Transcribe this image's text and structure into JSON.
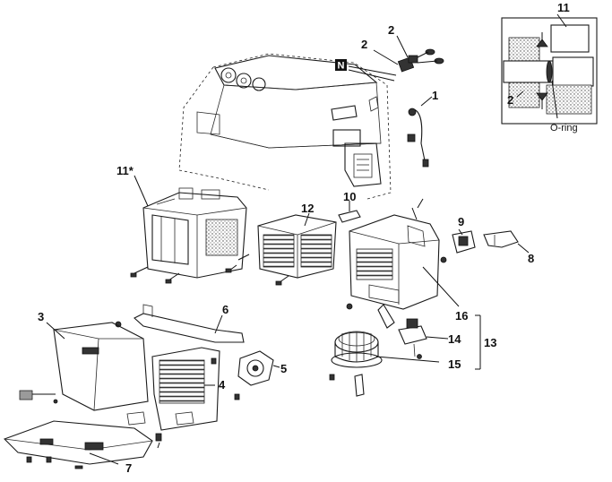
{
  "labels": {
    "p1": "1",
    "p2a": "2",
    "p2b": "2",
    "p2c": "2",
    "p3": "3",
    "p4": "4",
    "p5": "5",
    "p6": "6",
    "p7": "7",
    "p8": "8",
    "p9": "9",
    "p10": "10",
    "p11": "11",
    "p11s": "11*",
    "p12": "12",
    "p13": "13",
    "p14": "14",
    "p15": "15",
    "p16": "16",
    "n_box": "N",
    "oring": "O-ring"
  },
  "colors": {
    "ink": "#1a1a1a",
    "paper": "#ffffff"
  }
}
